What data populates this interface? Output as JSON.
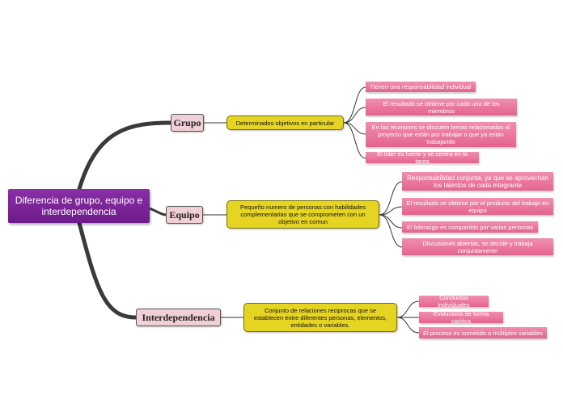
{
  "root": {
    "label": "Diferencia de grupo, equipo e interdependencia"
  },
  "branches": [
    {
      "label": "Grupo",
      "description": "Determinados objetivos en particular",
      "items": [
        "Tienen una responsabilidad individual",
        "El resultado se obtiene por cada uno de los miembros",
        "En las reuniones se discuten temas relacionados al proyecto que están por trabajar o que ya están trabajando",
        "El líder es fuerte y se centra en la tarea"
      ]
    },
    {
      "label": "Equipo",
      "description": "Pequeño numero de personas con habilidades complementarias que se comprometen con un objetivo en comun",
      "items": [
        "Responsabilidad conjunta, ya que se aprovechan los talentos de cada integrante",
        "El resultado se obtiene por el producto del trabajo en equipo",
        "El liderazgo es compartido por varias personas",
        "Discusiones abiertas, se decide y trabaja conjuntamente"
      ]
    },
    {
      "label": "Interdependencia",
      "description": "Conjunto de relaciones reciprocas que se establecen entre diferentes personas, elementos, entidades o variables.",
      "items": [
        "Conductas individuales",
        "Evoluciona de forma caótica",
        "El proceso es sometido a múltiples variables"
      ]
    }
  ]
}
